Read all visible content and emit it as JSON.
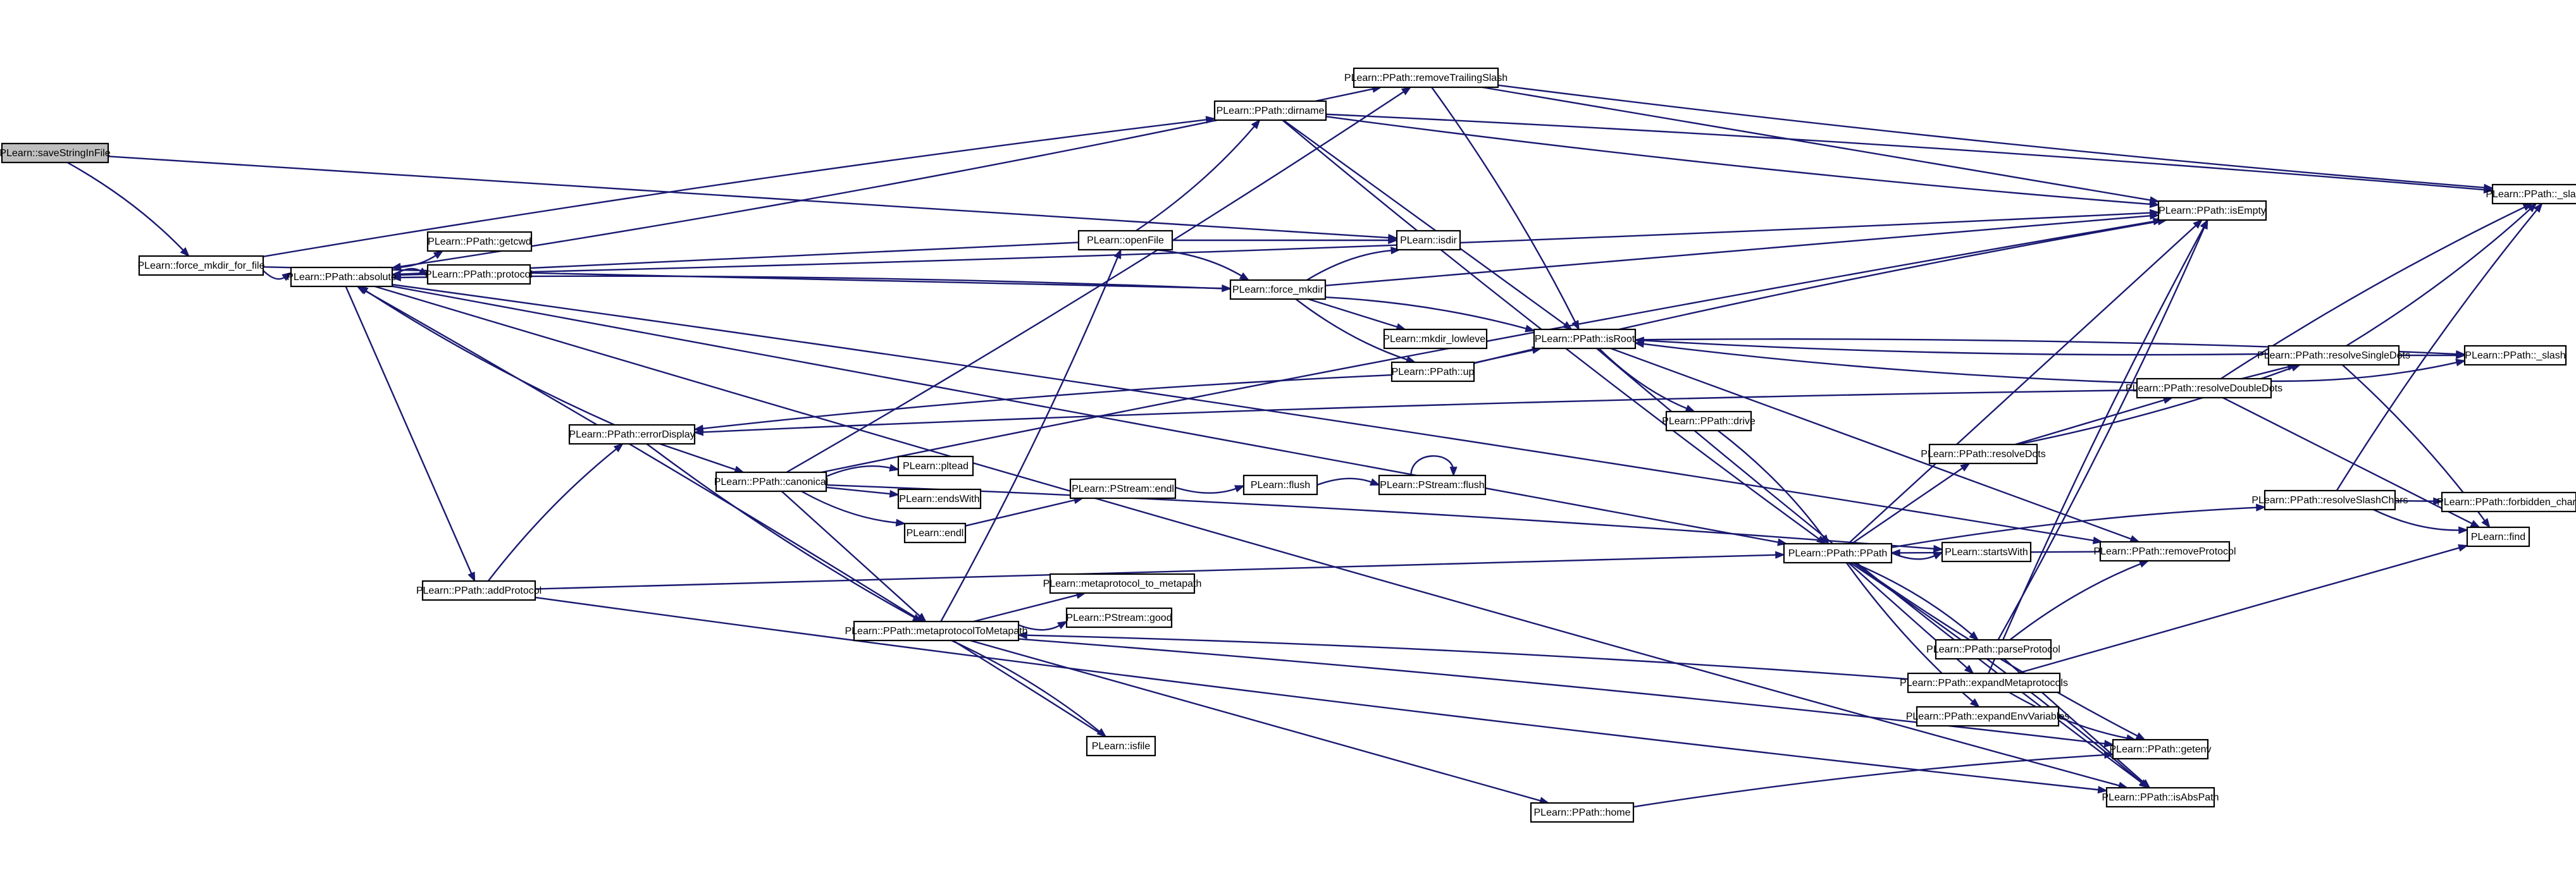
{
  "diagram": {
    "colors": {
      "edge": "#191970",
      "node_fill": "#ffffff",
      "root_fill": "#bfbfbf",
      "node_border": "#000000"
    },
    "root": "saveStringInFile",
    "nodes": [
      {
        "id": "saveStringInFile",
        "label": "PLearn::saveStringInFile"
      },
      {
        "id": "force_mkdir_for_file",
        "label": "PLearn::force_mkdir_for_file"
      },
      {
        "id": "absolute",
        "label": "PLearn::PPath::absolute"
      },
      {
        "id": "getcwd",
        "label": "PLearn::PPath::getcwd"
      },
      {
        "id": "protocol",
        "label": "PLearn::PPath::protocol"
      },
      {
        "id": "errorDisplay",
        "label": "PLearn::PPath::errorDisplay"
      },
      {
        "id": "addProtocol",
        "label": "PLearn::PPath::addProtocol"
      },
      {
        "id": "canonical",
        "label": "PLearn::PPath::canonical"
      },
      {
        "id": "metaprotocolToMetapath",
        "label": "PLearn::PPath::metaprotocolToMetapath"
      },
      {
        "id": "pltead",
        "label": "PLearn::pltead"
      },
      {
        "id": "endsWith",
        "label": "PLearn::endsWith"
      },
      {
        "id": "endl",
        "label": "PLearn::endl"
      },
      {
        "id": "metaprotocol_to_metapath",
        "label": "PLearn::metaprotocol_to_metapath"
      },
      {
        "id": "pstream_good",
        "label": "PLearn::PStream::good"
      },
      {
        "id": "isfile",
        "label": "PLearn::isfile"
      },
      {
        "id": "pstream_endl",
        "label": "PLearn::PStream::endl"
      },
      {
        "id": "flush",
        "label": "PLearn::flush"
      },
      {
        "id": "pstream_flush",
        "label": "PLearn::PStream::flush"
      },
      {
        "id": "home",
        "label": "PLearn::PPath::home"
      },
      {
        "id": "dirname",
        "label": "PLearn::PPath::dirname"
      },
      {
        "id": "removeTrailingSlash",
        "label": "PLearn::PPath::removeTrailingSlash"
      },
      {
        "id": "openFile",
        "label": "PLearn::openFile"
      },
      {
        "id": "force_mkdir",
        "label": "PLearn::force_mkdir"
      },
      {
        "id": "isdir",
        "label": "PLearn::isdir"
      },
      {
        "id": "mkdir_lowlevel",
        "label": "PLearn::mkdir_lowlevel"
      },
      {
        "id": "up",
        "label": "PLearn::PPath::up"
      },
      {
        "id": "isRoot",
        "label": "PLearn::PPath::isRoot"
      },
      {
        "id": "drive",
        "label": "PLearn::PPath::drive"
      },
      {
        "id": "isEmpty",
        "label": "PLearn::PPath::isEmpty"
      },
      {
        "id": "slash_char",
        "label": "PLearn::PPath::_slash_char"
      },
      {
        "id": "resolveDoubleDots",
        "label": "PLearn::PPath::resolveDoubleDots"
      },
      {
        "id": "resolveSingleDots",
        "label": "PLearn::PPath::resolveSingleDots"
      },
      {
        "id": "slash",
        "label": "PLearn::PPath::_slash"
      },
      {
        "id": "resolveDots",
        "label": "PLearn::PPath::resolveDots"
      },
      {
        "id": "resolveSlashChars",
        "label": "PLearn::PPath::resolveSlashChars"
      },
      {
        "id": "forbidden_chars",
        "label": "PLearn::PPath::forbidden_chars"
      },
      {
        "id": "find",
        "label": "PLearn::find"
      },
      {
        "id": "startsWith",
        "label": "PLearn::startsWith"
      },
      {
        "id": "removeProtocol",
        "label": "PLearn::PPath::removeProtocol"
      },
      {
        "id": "ppath",
        "label": "PLearn::PPath::PPath"
      },
      {
        "id": "parseProtocol",
        "label": "PLearn::PPath::parseProtocol"
      },
      {
        "id": "expandMetaprotocols",
        "label": "PLearn::PPath::expandMetaprotocols"
      },
      {
        "id": "expandEnvVariables",
        "label": "PLearn::PPath::expandEnvVariables"
      },
      {
        "id": "getenv",
        "label": "PLearn::PPath::getenv"
      },
      {
        "id": "isAbsPath",
        "label": "PLearn::PPath::isAbsPath"
      }
    ],
    "edges": [
      [
        "saveStringInFile",
        "force_mkdir_for_file"
      ],
      [
        "saveStringInFile",
        "isdir"
      ],
      [
        "force_mkdir_for_file",
        "absolute"
      ],
      [
        "force_mkdir_for_file",
        "dirname"
      ],
      [
        "force_mkdir_for_file",
        "force_mkdir"
      ],
      [
        "absolute",
        "getcwd"
      ],
      [
        "absolute",
        "protocol"
      ],
      [
        "absolute",
        "addProtocol"
      ],
      [
        "absolute",
        "isEmpty"
      ],
      [
        "absolute",
        "removeProtocol"
      ],
      [
        "absolute",
        "ppath"
      ],
      [
        "absolute",
        "isAbsPath"
      ],
      [
        "errorDisplay",
        "absolute"
      ],
      [
        "errorDisplay",
        "canonical"
      ],
      [
        "errorDisplay",
        "metaprotocolToMetapath"
      ],
      [
        "addProtocol",
        "errorDisplay"
      ],
      [
        "addProtocol",
        "ppath"
      ],
      [
        "addProtocol",
        "isAbsPath"
      ],
      [
        "canonical",
        "pltead"
      ],
      [
        "canonical",
        "endsWith"
      ],
      [
        "canonical",
        "endl"
      ],
      [
        "canonical",
        "startsWith"
      ],
      [
        "canonical",
        "metaprotocolToMetapath"
      ],
      [
        "canonical",
        "removeTrailingSlash"
      ],
      [
        "canonical",
        "isEmpty"
      ],
      [
        "metaprotocolToMetapath",
        "metaprotocol_to_metapath"
      ],
      [
        "metaprotocolToMetapath",
        "pstream_good"
      ],
      [
        "metaprotocolToMetapath",
        "isfile"
      ],
      [
        "metaprotocolToMetapath",
        "home"
      ],
      [
        "metaprotocolToMetapath",
        "openFile"
      ],
      [
        "metaprotocolToMetapath",
        "getenv"
      ],
      [
        "endl",
        "pstream_endl"
      ],
      [
        "pstream_endl",
        "flush"
      ],
      [
        "flush",
        "pstream_flush"
      ],
      [
        "pstream_flush",
        "pstream_flush"
      ],
      [
        "isfile",
        "absolute"
      ],
      [
        "home",
        "getenv"
      ],
      [
        "dirname",
        "removeTrailingSlash"
      ],
      [
        "dirname",
        "isEmpty"
      ],
      [
        "dirname",
        "slash_char"
      ],
      [
        "dirname",
        "isRoot"
      ],
      [
        "dirname",
        "ppath"
      ],
      [
        "dirname",
        "absolute"
      ],
      [
        "removeTrailingSlash",
        "isEmpty"
      ],
      [
        "removeTrailingSlash",
        "slash_char"
      ],
      [
        "removeTrailingSlash",
        "isRoot"
      ],
      [
        "openFile",
        "absolute"
      ],
      [
        "openFile",
        "dirname"
      ],
      [
        "openFile",
        "force_mkdir"
      ],
      [
        "openFile",
        "isdir"
      ],
      [
        "force_mkdir",
        "absolute"
      ],
      [
        "force_mkdir",
        "isdir"
      ],
      [
        "force_mkdir",
        "mkdir_lowlevel"
      ],
      [
        "force_mkdir",
        "up"
      ],
      [
        "force_mkdir",
        "isRoot"
      ],
      [
        "force_mkdir",
        "isEmpty"
      ],
      [
        "up",
        "errorDisplay"
      ],
      [
        "up",
        "isEmpty"
      ],
      [
        "up",
        "isRoot"
      ],
      [
        "isRoot",
        "drive"
      ],
      [
        "isRoot",
        "slash"
      ],
      [
        "isRoot",
        "removeProtocol"
      ],
      [
        "isRoot",
        "isAbsPath"
      ],
      [
        "drive",
        "ppath"
      ],
      [
        "ppath",
        "resolveDots"
      ],
      [
        "ppath",
        "startsWith"
      ],
      [
        "ppath",
        "parseProtocol"
      ],
      [
        "ppath",
        "expandMetaprotocols"
      ],
      [
        "ppath",
        "expandEnvVariables"
      ],
      [
        "ppath",
        "resolveSlashChars"
      ],
      [
        "ppath",
        "isEmpty"
      ],
      [
        "ppath",
        "getenv"
      ],
      [
        "ppath",
        "isAbsPath"
      ],
      [
        "resolveDots",
        "resolveDoubleDots"
      ],
      [
        "resolveDots",
        "resolveSingleDots"
      ],
      [
        "resolveDoubleDots",
        "isRoot"
      ],
      [
        "resolveDoubleDots",
        "resolveSingleDots"
      ],
      [
        "resolveDoubleDots",
        "slash"
      ],
      [
        "resolveDoubleDots",
        "slash_char"
      ],
      [
        "resolveDoubleDots",
        "find"
      ],
      [
        "resolveDoubleDots",
        "errorDisplay"
      ],
      [
        "resolveSingleDots",
        "isRoot"
      ],
      [
        "resolveSingleDots",
        "slash"
      ],
      [
        "resolveSingleDots",
        "slash_char"
      ],
      [
        "resolveSingleDots",
        "find"
      ],
      [
        "resolveSlashChars",
        "forbidden_chars"
      ],
      [
        "resolveSlashChars",
        "find"
      ],
      [
        "resolveSlashChars",
        "slash_char"
      ],
      [
        "removeProtocol",
        "ppath"
      ],
      [
        "parseProtocol",
        "isEmpty"
      ],
      [
        "parseProtocol",
        "removeProtocol"
      ],
      [
        "parseProtocol",
        "isAbsPath"
      ],
      [
        "expandMetaprotocols",
        "metaprotocolToMetapath"
      ],
      [
        "expandMetaprotocols",
        "isEmpty"
      ],
      [
        "expandMetaprotocols",
        "find"
      ],
      [
        "expandMetaprotocols",
        "getenv"
      ]
    ]
  }
}
